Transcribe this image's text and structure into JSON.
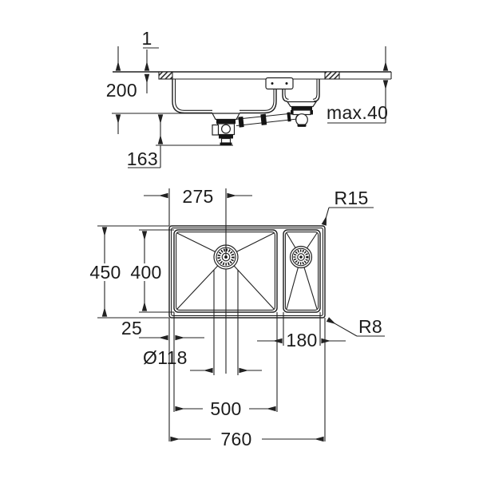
{
  "drawing": {
    "kind": "sink installation dimension drawing",
    "line_color": "#222222",
    "background": "#ffffff",
    "views": [
      "side section view",
      "top plan view"
    ]
  },
  "side_view": {
    "rim_height": "1",
    "bowl_depth": "200",
    "drain_clearance": "163",
    "counter_thickness": "max.40"
  },
  "plan_view": {
    "drain_center_offset": "275",
    "bowl_corner_radius": "R15",
    "outer_depth": "450",
    "bowl_inner_depth": "400",
    "edge_inset": "25",
    "drain_diameter": "Ø118",
    "small_bowl_width": "180",
    "main_bowl_width": "500",
    "overall_width": "760",
    "outer_corner_radius": "R8"
  }
}
